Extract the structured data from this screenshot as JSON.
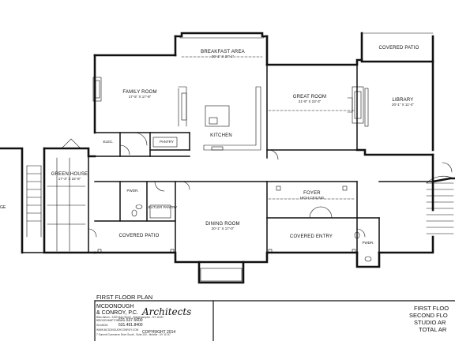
{
  "rooms": {
    "breakfast": {
      "name": "BREAKFAST AREA",
      "dim": "20'-1\" X 27'-1\""
    },
    "covered_patio_top": {
      "name": "COVERED PATIO"
    },
    "family": {
      "name": "FAMILY ROOM",
      "dim": "17'-5\" X 17'-8\""
    },
    "great": {
      "name": "GREAT ROOM",
      "dim": "21'-8\" X 23'-3\""
    },
    "library": {
      "name": "LIBRARY",
      "dim": "20'-1\" X 11'-4\""
    },
    "kitchen": {
      "name": "KITCHEN"
    },
    "pantry": {
      "name": "PANTRY"
    },
    "elec": {
      "name": "ELEC."
    },
    "green_house": {
      "name": "GREEN HOUSE",
      "dim": "17'-3\" X 22'-8\""
    },
    "pwdr_left": {
      "name": "PWDR."
    },
    "butler": {
      "name": "BUTLER PANTRY"
    },
    "foyer": {
      "name": "FOYER",
      "dim": "HIGH CEILING"
    },
    "dining": {
      "name": "DINING ROOM",
      "dim": "20'-1\" X 17'-0\""
    },
    "covered_patio_bottom": {
      "name": "COVERED PATIO"
    },
    "covered_entry": {
      "name": "COVERED ENTRY"
    },
    "pwdr_right": {
      "name": "PWDR."
    },
    "garage_partial": {
      "name": "GE"
    }
  },
  "title_block": {
    "plan_title": "FIRST FLOOR PLAN",
    "firm_line1": "MCDONOUGH",
    "firm_line2": "& CONROY, P.C.",
    "firm_script": "Architects",
    "address": "Bliss Atrium - 2283 Main Street - Bridgehampton - NY 11932",
    "address2": "7 Summit Commerce Drive South - Suite 200 - Melville - NY 11747",
    "office1_label": "BRIDGEHAMPTON",
    "office1_phone": "631.537.5600",
    "office2_label": "ISLANDIA",
    "office2_phone": "631.491.8400",
    "copyright": "COPYRIGHT 2014",
    "website": "WWW.MCDONOUGHCONROY.COM",
    "right_line1": "FIRST FLOO",
    "right_line2": "SECOND FLO",
    "right_line3": "STUDIO AR",
    "right_line4": "TOTAL AR"
  }
}
